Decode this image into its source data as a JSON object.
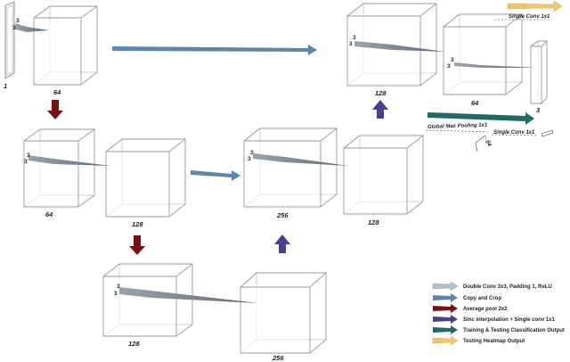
{
  "colors": {
    "double_conv": "#b7bfc8",
    "copy_crop": "#5c86ad",
    "avg_pool": "#7a1010",
    "sinc": "#4b3d8f",
    "classification": "#1f6b68",
    "heatmap": "#f2c36a"
  },
  "labels": {
    "input_channels": "1",
    "enc1_channels": "64",
    "enc2_in": "64",
    "enc2_out": "128",
    "enc3_in": "128",
    "enc3_out": "256",
    "dec2_in": "256",
    "dec2_out": "128",
    "dec1_in": "128",
    "dec1_out": "64",
    "out_channels": "3",
    "class_channels": "64",
    "kernel_a": "3",
    "kernel_b": "3"
  },
  "annotations": {
    "single_conv_top": "Single Conv 1x1",
    "global_max_pooling": "Global Max Pooling 1x1",
    "single_conv_class": "Single Conv 1x1"
  },
  "legend": [
    {
      "label": "Double Conv 3x3, Padding 1, ReLU",
      "icon": "double-conv-arrow-icon"
    },
    {
      "label": "Copy and Crop",
      "icon": "copy-crop-arrow-icon"
    },
    {
      "label": "Average pool 2x2",
      "icon": "avg-pool-arrow-icon"
    },
    {
      "label": "Sinc interpolation + Single conv 1x1",
      "icon": "sinc-arrow-icon"
    },
    {
      "label": "Training & Testing Classification Output",
      "icon": "classification-arrow-icon"
    },
    {
      "label": "Testing Heatmap Output",
      "icon": "heatmap-arrow-icon"
    }
  ]
}
